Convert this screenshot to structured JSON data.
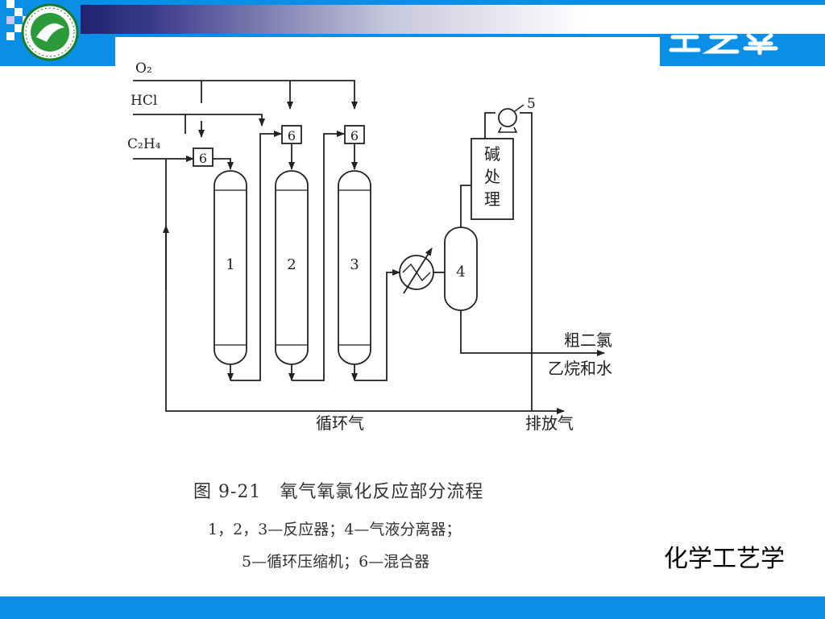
{
  "diagram": {
    "inputs": {
      "o2": "O₂",
      "hcl": "HCl",
      "c2h4": "C₂H₄"
    },
    "reactors": [
      "1",
      "2",
      "3"
    ],
    "mixer_label": "6",
    "separator_label": "4",
    "compressor_label": "5",
    "alkali_treatment": [
      "碱",
      "处",
      "理"
    ],
    "product_line1": "粗二氯",
    "product_line2": "乙烷和水",
    "recycle_gas": "循环气",
    "vent_gas": "排放气"
  },
  "caption": {
    "title": "图 9-21　氧气氧氯化反应部分流程",
    "line1": "1，2，3—反应器；4—气液分离器；",
    "line2": "5—循环压缩机；6—混合器"
  },
  "course_title": "化学工艺学",
  "colors": {
    "band": "#0a8fe6",
    "dark_band": "#101060"
  }
}
